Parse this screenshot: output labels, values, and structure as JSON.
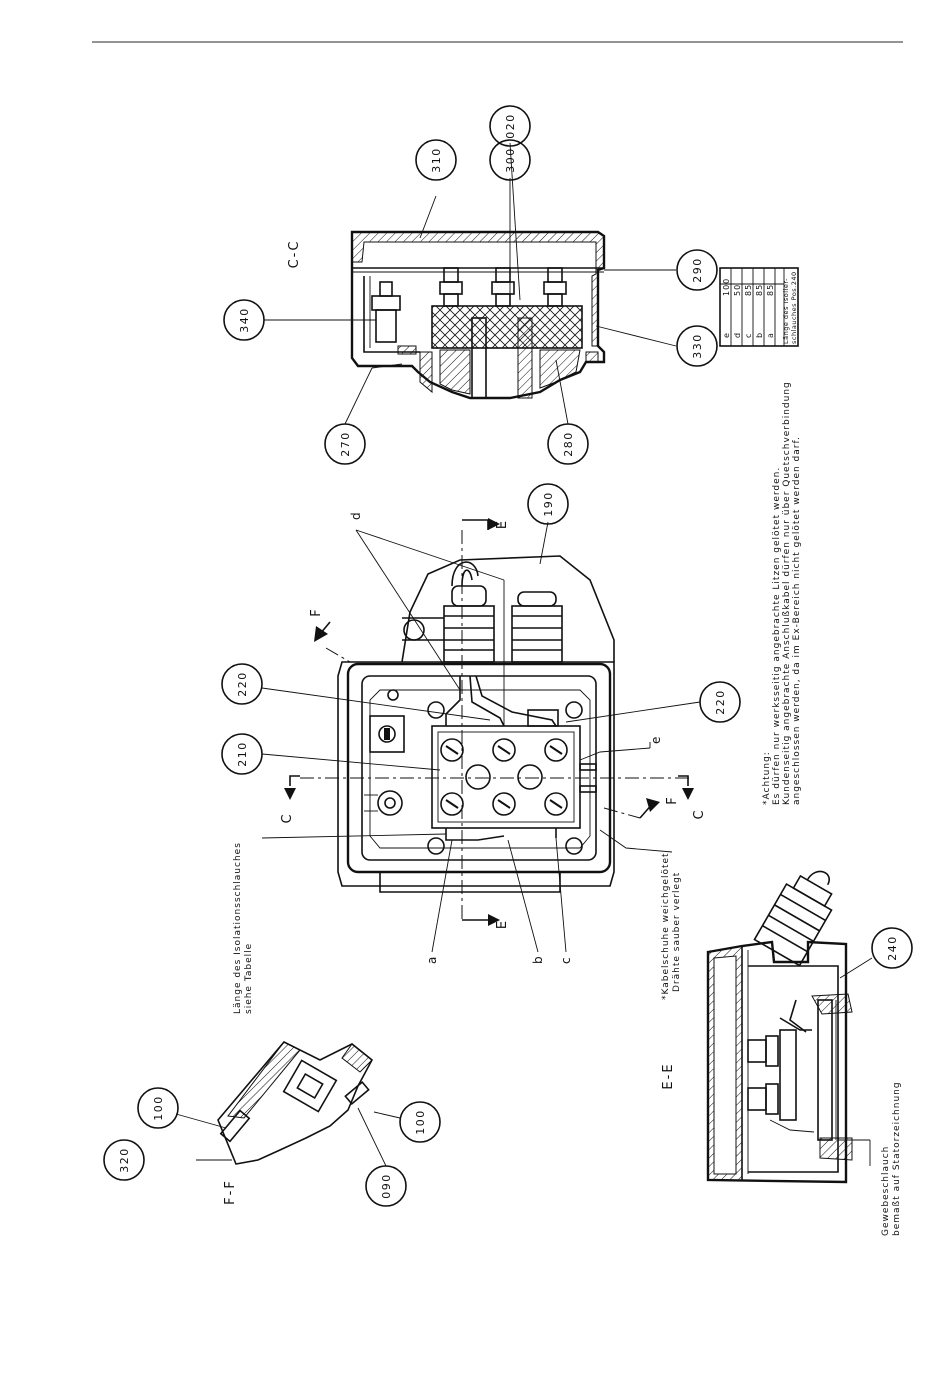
{
  "header": {
    "rule_color": "#555555"
  },
  "sections": {
    "cc": "C-C",
    "ff": "F-F",
    "ee": "E-E"
  },
  "section_markers": {
    "c": "C",
    "e": "E",
    "f": "F"
  },
  "callouts": {
    "c310": "310",
    "c300": "300",
    "c020": "020",
    "c290": "290",
    "c340": "340",
    "c330": "330",
    "c270": "270",
    "c280": "280",
    "c190": "190",
    "c220a": "220",
    "c220b": "220",
    "c210": "210",
    "c240": "240",
    "c100a": "100",
    "c100b": "100",
    "c320": "320",
    "c090": "090"
  },
  "letters": {
    "a": "a",
    "b": "b",
    "c": "c",
    "d": "d",
    "e": "e"
  },
  "table": {
    "rows": [
      {
        "key": "e",
        "value": "100"
      },
      {
        "key": "d",
        "value": "50"
      },
      {
        "key": "c",
        "value": "85"
      },
      {
        "key": "b",
        "value": "85"
      },
      {
        "key": "a",
        "value": "85"
      }
    ],
    "footer_1": "Länge des Isolier-",
    "footer_2": "schlauches Pos.240"
  },
  "notes": {
    "achtung_title": "*Achtung:",
    "achtung_1": "Es dürfen nur werksseitig angebrachte Litzen gelötet werden.",
    "achtung_2": "Kundenseitig angebrachte Anschlußkabel dürfen nur über Quetschverbindung",
    "achtung_3": "angeschlossen werden, da im Ex-Bereich nicht gelötet werden darf.",
    "laenge_1": "Länge des Isolationsschlauches",
    "laenge_2": "siehe Tabelle",
    "kabel_1": "*Kabelschuhe weichgelötet",
    "kabel_2": "Drähte sauber verlegt",
    "gewebe_1": "Gewebeschlauch",
    "gewebe_2": "bemaßt auf Statorzeichnung"
  }
}
